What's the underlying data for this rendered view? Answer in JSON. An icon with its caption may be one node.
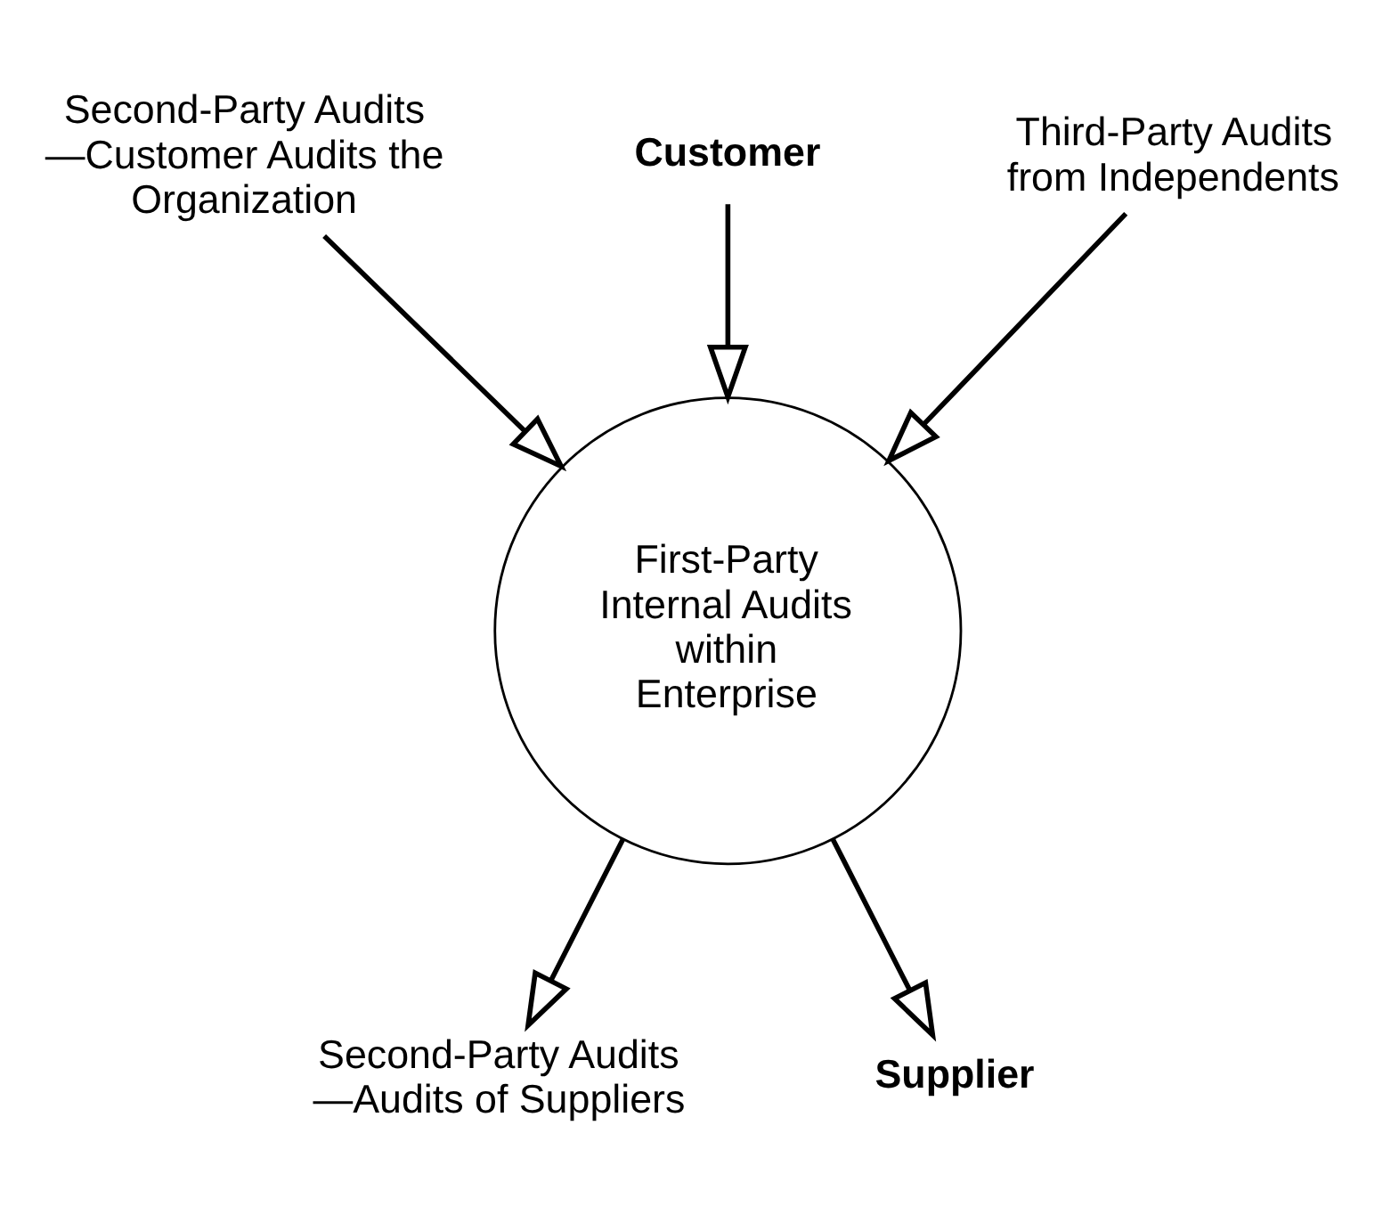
{
  "diagram": {
    "nodes": [
      {
        "text": [
          "Customer"
        ]
      },
      {
        "text": [
          "Second-Party Audits —Customer Audits the Organization"
        ]
      },
      {
        "text": [
          "Third-Party Audits from Independents"
        ]
      },
      {
        "text": [
          "First-Party Internal Audits within Enterprise"
        ]
      },
      {
        "text": [
          "Second-Party Audits —Audits of Suppliers"
        ]
      },
      {
        "text": [
          "Supplier"
        ]
      }
    ],
    "edges": [
      {
        "from": 0,
        "to": 3,
        "arrow": "to"
      },
      {
        "from": 1,
        "to": 3,
        "arrow": "to"
      },
      {
        "from": 2,
        "to": 3,
        "arrow": "to"
      },
      {
        "from": 3,
        "to": 4,
        "arrow": "to"
      },
      {
        "from": 3,
        "to": 5,
        "arrow": "to"
      }
    ]
  }
}
